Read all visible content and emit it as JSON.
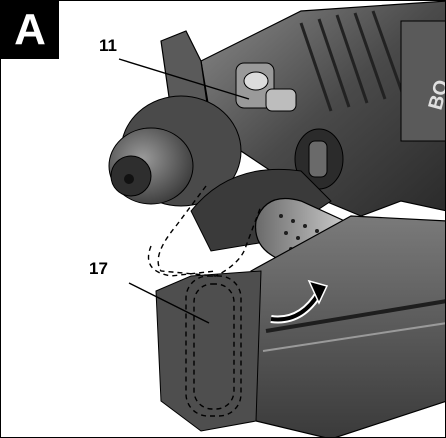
{
  "figure": {
    "panel_label": "A",
    "callouts": [
      {
        "id": "11",
        "label": "11"
      },
      {
        "id": "17",
        "label": "17"
      }
    ],
    "brand_mark": "BO",
    "colors": {
      "body_dark": "#3c3c3c",
      "body_mid": "#6f6f6f",
      "body_light": "#a8a8a8",
      "highlight": "#d9d9d9",
      "outline": "#000000"
    }
  }
}
